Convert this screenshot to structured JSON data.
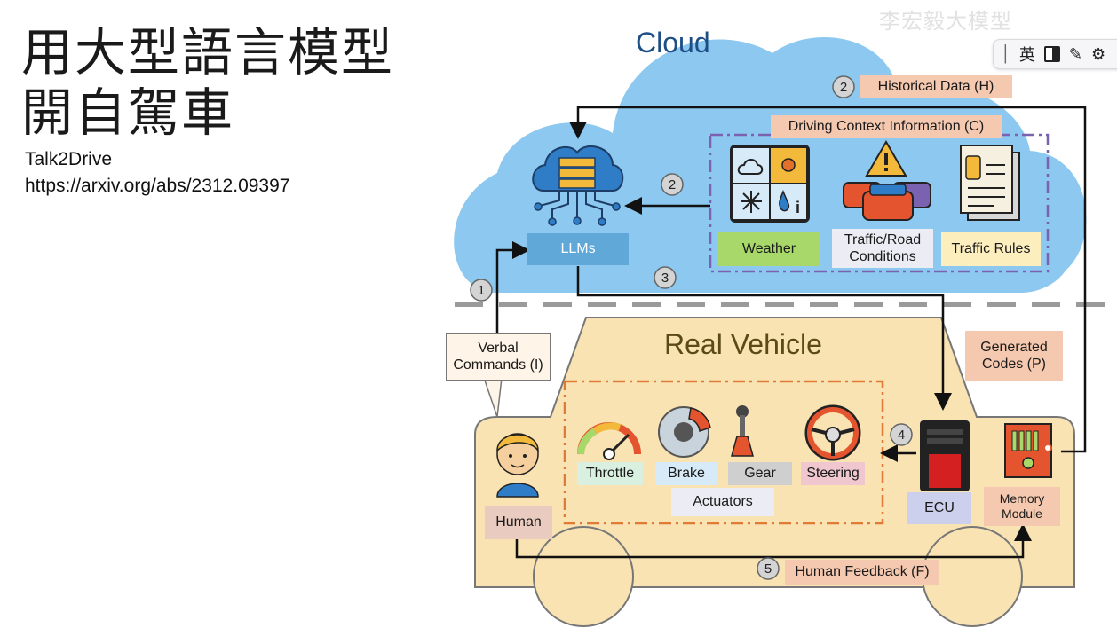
{
  "slide": {
    "title_line1": "用大型語言模型",
    "title_line2": "開自駕車",
    "source_name": "Talk2Drive",
    "source_url": "https://arxiv.org/abs/2312.09397"
  },
  "watermark": "李宏毅大模型",
  "ime_toolbar": {
    "mode_label": "英"
  },
  "diagram": {
    "cloud_title": "Cloud",
    "vehicle_title": "Real Vehicle",
    "llms_label": "LLMs",
    "historical_data": "Historical Data (H)",
    "driving_context": "Driving Context Information (C)",
    "weather": "Weather",
    "traffic_road": "Traffic/Road Conditions",
    "traffic_rules": "Traffic Rules",
    "verbal_commands": "Verbal Commands (I)",
    "generated_codes": "Generated Codes (P)",
    "human": "Human",
    "throttle": "Throttle",
    "brake": "Brake",
    "gear": "Gear",
    "steering": "Steering",
    "actuators": "Actuators",
    "ecu": "ECU",
    "memory_module": "Memory Module",
    "human_feedback": "Human Feedback (F)",
    "step_1": "1",
    "step_2a": "2",
    "step_2b": "2",
    "step_3": "3",
    "step_4": "4",
    "step_5": "5",
    "weather_icon_text": "i"
  },
  "colors": {
    "cloud": "#8cc8ef",
    "vehicle": "#f9e3b3",
    "llms_box": "#5fa8d8",
    "weather_box": "#a8d86a",
    "label_pink": "#f5c9b0",
    "actuator_orange": "#e07a34",
    "context_border": "#7b62b0",
    "ecu_box": "#cdd0ec",
    "human_box": "#e9cbc0"
  }
}
